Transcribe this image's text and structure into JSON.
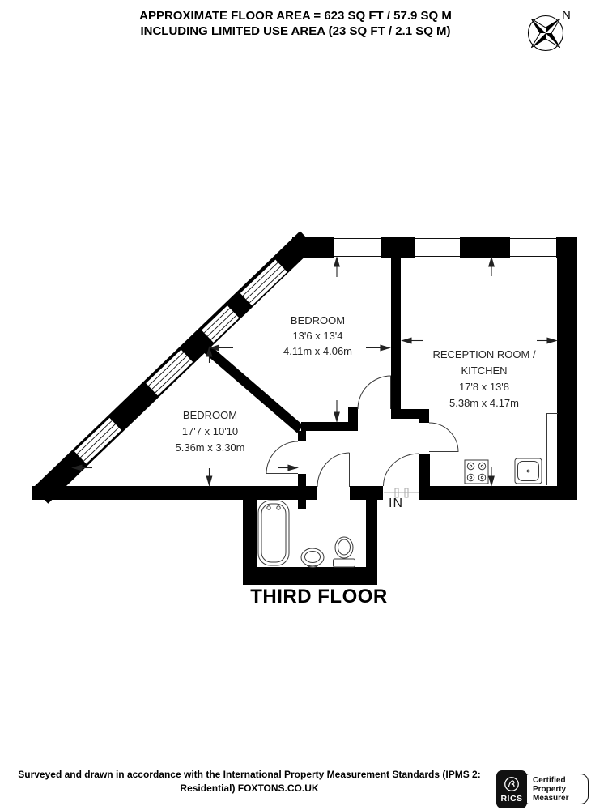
{
  "header": {
    "line1": "APPROXIMATE FLOOR AREA = 623 SQ FT / 57.9 SQ M",
    "line2": "INCLUDING LIMITED USE AREA (23 SQ FT / 2.1 SQ M)"
  },
  "compass": {
    "north_label": "N"
  },
  "plan": {
    "floor_title": "THIRD FLOOR",
    "entrance_label": "IN",
    "rooms": [
      {
        "id": "bedroom-1",
        "name": "BEDROOM",
        "imperial": "13'6 x 13'4",
        "metric": "4.11m x 4.06m"
      },
      {
        "id": "reception-kitchen",
        "name_line1": "RECEPTION ROOM /",
        "name_line2": "KITCHEN",
        "imperial": "17'8 x 13'8",
        "metric": "5.38m x 4.17m"
      },
      {
        "id": "bedroom-2",
        "name": "BEDROOM",
        "imperial": "17'7 x 10'10",
        "metric": "5.36m x 3.30m"
      }
    ]
  },
  "footer": {
    "line1": "Surveyed and drawn in accordance with the International Property Measurement Standards (IPMS 2:",
    "line2": "Residential) FOXTONS.CO.UK"
  },
  "badge": {
    "org": "RICS",
    "cert_line1": "Certified",
    "cert_line2": "Property",
    "cert_line3": "Measurer"
  },
  "colors": {
    "wall": "#000000",
    "background": "#ffffff",
    "text": "#000000",
    "room_text": "#262626"
  }
}
